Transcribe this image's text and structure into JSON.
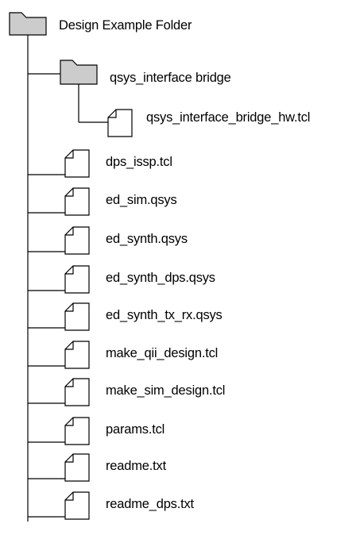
{
  "root": {
    "label": "Design  Example Folder",
    "icon": "folder-icon"
  },
  "subfolder": {
    "label": "qsys_interface bridge",
    "icon": "folder-icon",
    "files": [
      {
        "label": "qsys_interface_bridge_hw.tcl",
        "icon": "file-icon"
      }
    ]
  },
  "files": [
    {
      "label": "dps_issp.tcl",
      "icon": "file-icon"
    },
    {
      "label": "ed_sim.qsys",
      "icon": "file-icon"
    },
    {
      "label": "ed_synth.qsys",
      "icon": "file-icon"
    },
    {
      "label": "ed_synth_dps.qsys",
      "icon": "file-icon"
    },
    {
      "label": "ed_synth_tx_rx.qsys",
      "icon": "file-icon"
    },
    {
      "label": "make_qii_design.tcl",
      "icon": "file-icon"
    },
    {
      "label": "make_sim_design.tcl",
      "icon": "file-icon"
    },
    {
      "label": "params.tcl",
      "icon": "file-icon"
    },
    {
      "label": "readme.txt",
      "icon": "file-icon"
    },
    {
      "label": "readme_dps.txt",
      "icon": "file-icon"
    }
  ],
  "colors": {
    "folder_fill": "#cccccc",
    "line": "#000000",
    "file_fill": "#ffffff"
  }
}
